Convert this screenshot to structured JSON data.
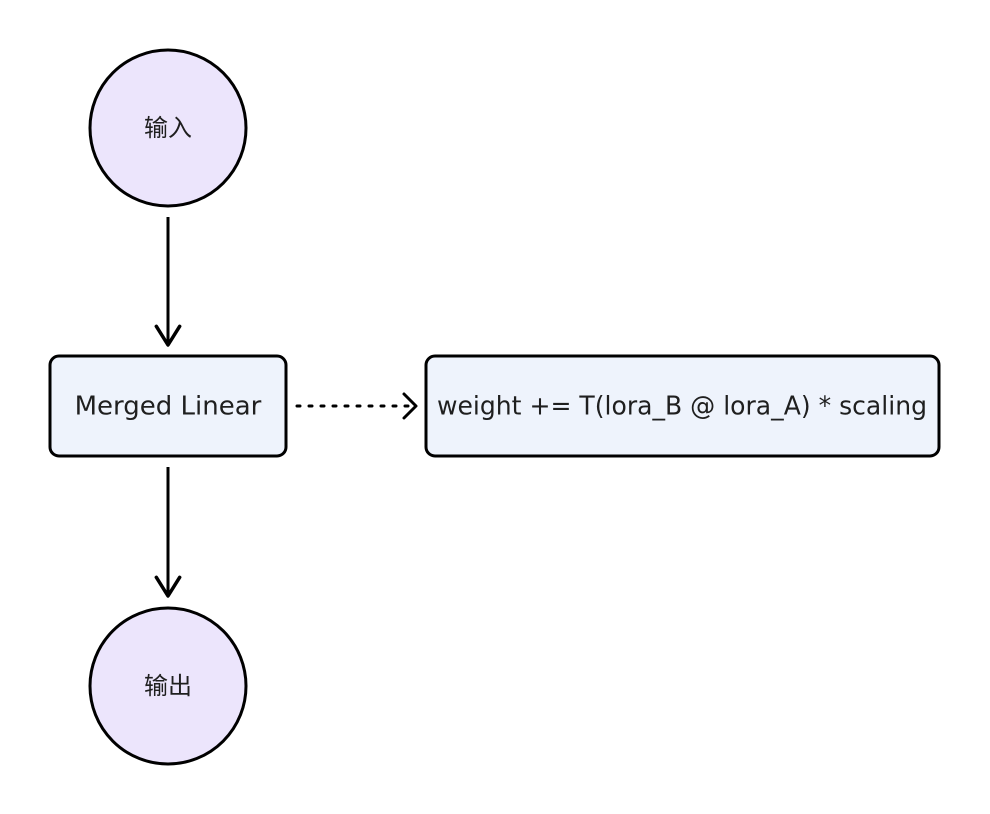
{
  "diagram": {
    "nodes": {
      "input": {
        "label": "输入",
        "shape": "circle",
        "fill": "#ece5fc",
        "stroke": "#000000"
      },
      "merged_linear": {
        "label": "Merged Linear",
        "shape": "rounded-rect",
        "fill": "#eef3fc",
        "stroke": "#000000"
      },
      "formula": {
        "label": "weight += T(lora_B @ lora_A) * scaling",
        "shape": "rounded-rect",
        "fill": "#eef3fc",
        "stroke": "#000000"
      },
      "output": {
        "label": "输出",
        "shape": "circle",
        "fill": "#ece5fc",
        "stroke": "#000000"
      }
    },
    "edges": [
      {
        "from": "input",
        "to": "merged_linear",
        "style": "solid"
      },
      {
        "from": "merged_linear",
        "to": "output",
        "style": "solid"
      },
      {
        "from": "merged_linear",
        "to": "formula",
        "style": "dotted"
      }
    ],
    "colors": {
      "circle_fill": "#ece5fc",
      "box_fill": "#eef3fc",
      "stroke": "#000000",
      "background": "#ffffff"
    }
  }
}
